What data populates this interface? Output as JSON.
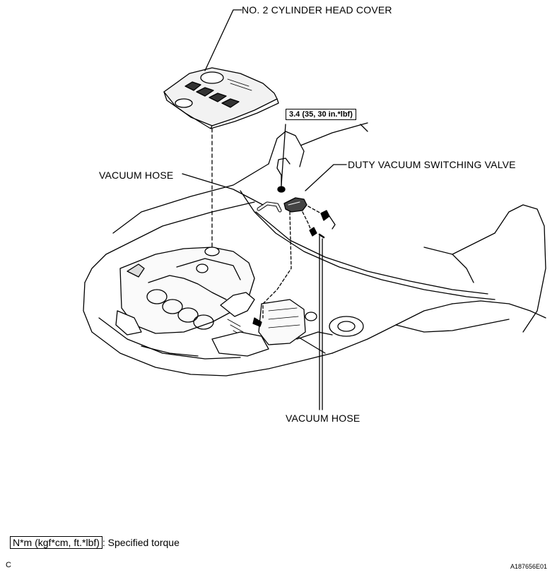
{
  "labels": {
    "cylinder_head_cover": "NO. 2 CYLINDER HEAD COVER",
    "vacuum_hose_left": "VACUUM HOSE",
    "duty_vsv": "DUTY VACUUM SWITCHING VALVE",
    "vacuum_hose_bottom": "VACUUM HOSE",
    "torque_spec": "3.4 (35, 30 in.*lbf)"
  },
  "legend": {
    "unit_box": "N*m (kgf*cm, ft.*lbf)",
    "description": ": Specified torque"
  },
  "footer": {
    "left_code": "C",
    "right_code": "A187656E01"
  }
}
